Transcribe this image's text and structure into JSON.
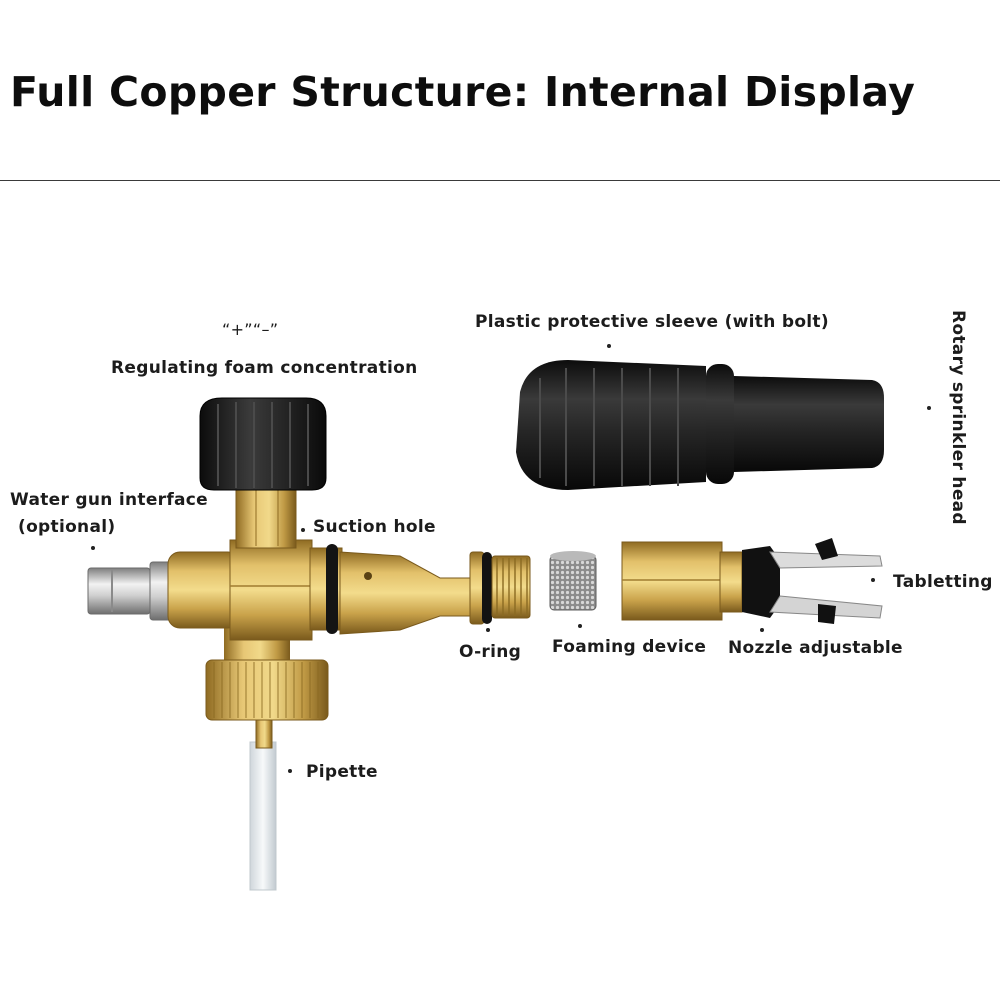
{
  "title": "Full Copper Structure: Internal Display",
  "labels": {
    "plus_minus": "“+”“–”",
    "regulating": "Regulating foam concentration",
    "water_gun_line1": "Water gun interface",
    "water_gun_line2": "(optional)",
    "suction_hole": "Suction hole",
    "plastic_sleeve": "Plastic protective sleeve (with bolt)",
    "rotary_head": "Rotary sprinkler head",
    "tabletting": "Tabletting",
    "o_ring": "O-ring",
    "foaming_device": "Foaming device",
    "nozzle_adjustable": "Nozzle adjustable",
    "pipette": "Pipette"
  },
  "colors": {
    "brass": "#c9a24a",
    "brass_dark": "#8a6a22",
    "knob": "#1b1b1b",
    "sleeve": "#1f1f1f",
    "silver": "#c8c8c8",
    "tube": "#e8edf0"
  }
}
